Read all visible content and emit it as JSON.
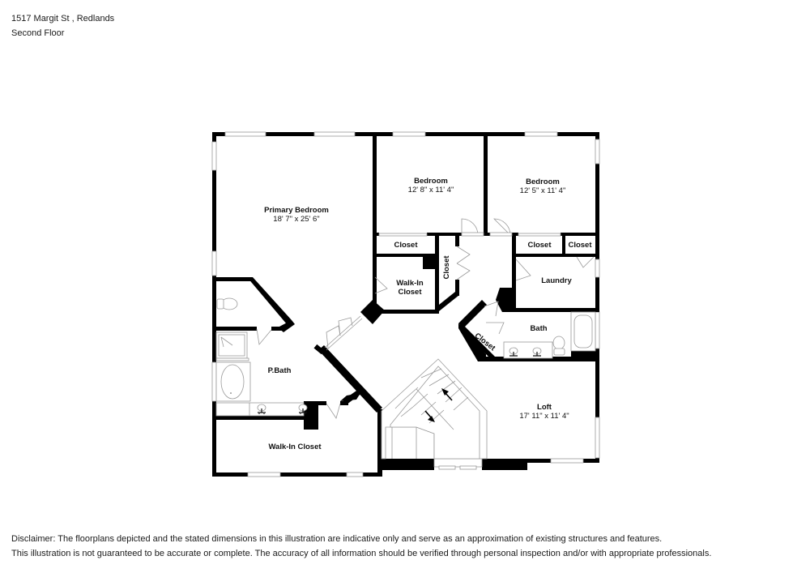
{
  "header": {
    "address": "1517 Margit St , Redlands",
    "floor": "Second Floor"
  },
  "rooms": {
    "primary_bedroom": {
      "name": "Primary Bedroom",
      "dims": "18' 7\" x 25' 6\""
    },
    "bedroom_1": {
      "name": "Bedroom",
      "dims": "12' 8\" x 11' 4\""
    },
    "bedroom_2": {
      "name": "Bedroom",
      "dims": "12' 5\" x 11' 4\""
    },
    "closet_bed1": {
      "name": "Closet"
    },
    "closet_bed2": {
      "name": "Closet"
    },
    "closet_small": {
      "name": "Closet"
    },
    "closet_hall": {
      "name": "Closet"
    },
    "walkin_closet_upper": {
      "name": "Walk-In",
      "name2": "Closet"
    },
    "laundry": {
      "name": "Laundry"
    },
    "bath": {
      "name": "Bath"
    },
    "closet_bath": {
      "name": "Closet"
    },
    "pbath": {
      "name": "P.Bath"
    },
    "walkin_closet_lower": {
      "name": "Walk-In Closet"
    },
    "loft": {
      "name": "Loft",
      "dims": "17' 11\" x 11' 4\""
    }
  },
  "icons": {
    "stairs_up": "arrow-up-left",
    "stairs_down": "arrow-down-right"
  },
  "colors": {
    "wall": "#000000",
    "fixture_line": "#9a9a9a",
    "background": "#ffffff"
  },
  "disclaimer": {
    "line1": "Disclaimer: The floorplans depicted and the stated dimensions in this illustration are indicative only and serve as an approximation of existing structures and features.",
    "line2": "This illustration is not guaranteed to be accurate or complete. The accuracy of all information should be verified through personal inspection and/or with appropriate professionals."
  }
}
